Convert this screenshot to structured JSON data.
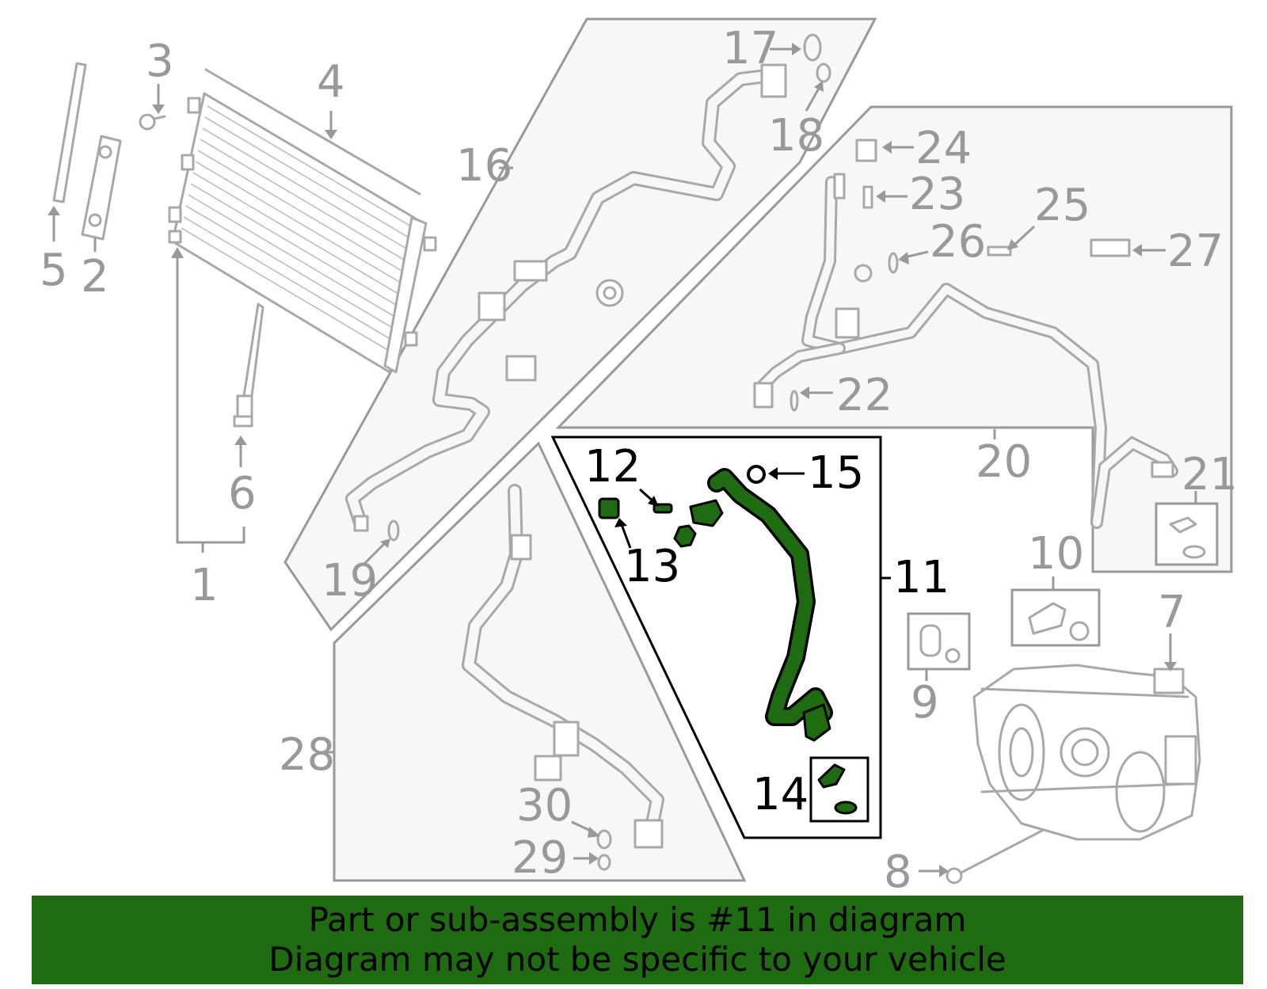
{
  "colors": {
    "highlight": "#1f6b12",
    "parts_gray": "#a8a8a8",
    "label_gray": "#999999",
    "highlight_label": "#000000"
  },
  "callouts": {
    "c1": "1",
    "c2": "2",
    "c3": "3",
    "c4": "4",
    "c5": "5",
    "c6": "6",
    "c7": "7",
    "c8": "8",
    "c9": "9",
    "c10": "10",
    "c11": "11",
    "c12": "12",
    "c13": "13",
    "c14": "14",
    "c15": "15",
    "c16": "16",
    "c17": "17",
    "c18": "18",
    "c19": "19",
    "c20": "20",
    "c21": "21",
    "c22": "22",
    "c23": "23",
    "c24": "24",
    "c25": "25",
    "c26": "26",
    "c27": "27",
    "c28": "28",
    "c29": "29",
    "c30": "30"
  },
  "highlighted_part": "11",
  "footer": {
    "line1": "Part or sub-assembly is #11 in diagram",
    "line2": "Diagram may not be specific to your vehicle"
  }
}
